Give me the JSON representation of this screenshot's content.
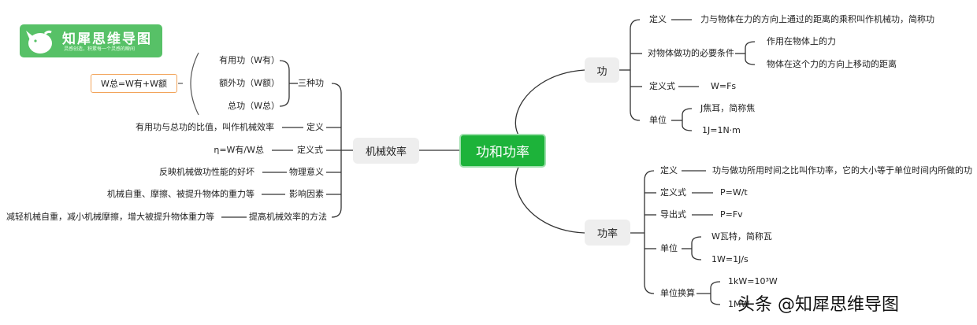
{
  "logo": {
    "title": "知犀思维导图",
    "subtitle": "灵感创造，积累每一个灵感的瞬间"
  },
  "root": "功和功率",
  "gong": {
    "label": "功",
    "def_label": "定义",
    "def_text": "力与物体在力的方向上通过的距离的乘积叫作机械功，简称功",
    "cond_label": "对物体做功的必要条件",
    "cond_1": "作用在物体上的力",
    "cond_2": "物体在这个力的方向上移动的距离",
    "formula_label": "定义式",
    "formula": "W=Fs",
    "unit_label": "单位",
    "unit_1": "J焦耳，简称焦",
    "unit_2": "1J=1N·m"
  },
  "gonglv": {
    "label": "功率",
    "def_label": "定义",
    "def_text": "功与做功所用时间之比叫作功率，它的大小等于单位时间内所做的功",
    "formula_label": "定义式",
    "formula": "P=W/t",
    "derived_label": "导出式",
    "derived": "P=Fv",
    "unit_label": "单位",
    "unit_1": "W瓦特，简称瓦",
    "unit_2": "1W=1J/s",
    "conv_label": "单位换算",
    "conv_1": "1kW=10³W",
    "conv_2": "1MW"
  },
  "xiaolv": {
    "label": "机械效率",
    "three_label": "三种功",
    "w1": "有用功（W有）",
    "w2": "额外功（W额）",
    "w3": "总功（W总）",
    "note": "W总=W有+W额",
    "def_label": "定义",
    "def_text": "有用功与总功的比值，叫作机械效率",
    "formula_label": "定义式",
    "formula": "η=W有/W总",
    "meaning_label": "物理意义",
    "meaning_text": "反映机械做功性能的好坏",
    "factor_label": "影响因素",
    "factor_text": "机械自重、摩擦、被提升物体的重力等",
    "method_label": "提高机械效率的方法",
    "method_text": "减轻机械自重，减小机械摩擦，增大被提升物体重力等"
  },
  "watermark": "头条 @知犀思维导图"
}
